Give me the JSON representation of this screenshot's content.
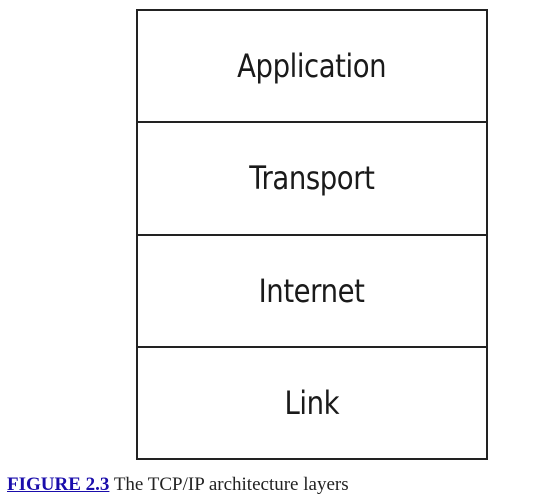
{
  "diagram": {
    "layers": [
      {
        "label": "Application"
      },
      {
        "label": "Transport"
      },
      {
        "label": "Internet"
      },
      {
        "label": "Link"
      }
    ]
  },
  "caption": {
    "figure_link": "FIGURE 2.3",
    "text": "The TCP/IP architecture layers"
  },
  "colors": {
    "border": "#222222",
    "link": "#1a0dab"
  }
}
